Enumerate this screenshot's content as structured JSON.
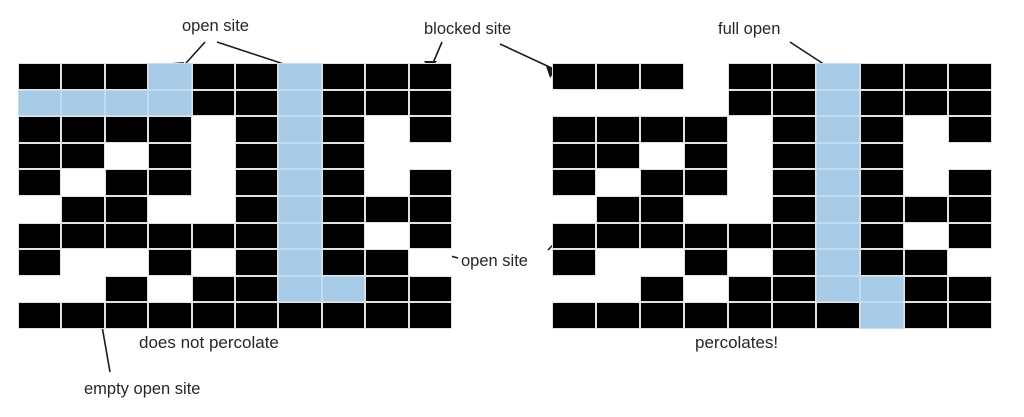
{
  "figure": {
    "title_absent": "",
    "colors": {
      "blocked": "#000000",
      "open": "#ffffff",
      "full_open": "#a8cbe8",
      "gridline": "#d9d9d9",
      "text": "#262626"
    }
  },
  "annotations": {
    "open_site_top": "open site",
    "blocked_site": "blocked site",
    "full_open": "full open",
    "open_site_mid": "open site",
    "empty_open_site": "empty open site"
  },
  "captions": {
    "left": "does not percolate",
    "right": "percolates!"
  },
  "chart_data": {
    "type": "heatmap",
    "title": "Percolation system: does not percolate vs. percolates",
    "legend": [
      {
        "label": "blocked site",
        "color": "#000000",
        "code": 0
      },
      {
        "label": "open site",
        "color": "#ffffff",
        "code": 1
      },
      {
        "label": "full open site",
        "color": "#a8cbe8",
        "code": 2
      }
    ],
    "rows": 10,
    "cols": 10,
    "grids": [
      {
        "name": "left",
        "caption": "does not percolate",
        "percolates": false,
        "cells": [
          [
            0,
            0,
            0,
            2,
            0,
            0,
            2,
            0,
            0,
            0
          ],
          [
            2,
            2,
            2,
            2,
            0,
            0,
            2,
            0,
            0,
            0
          ],
          [
            0,
            0,
            0,
            0,
            1,
            0,
            2,
            0,
            1,
            0
          ],
          [
            0,
            0,
            1,
            0,
            1,
            0,
            2,
            0,
            1,
            1
          ],
          [
            0,
            1,
            0,
            0,
            1,
            0,
            2,
            0,
            1,
            0
          ],
          [
            1,
            0,
            0,
            1,
            1,
            0,
            2,
            0,
            0,
            0
          ],
          [
            0,
            0,
            0,
            0,
            0,
            0,
            2,
            0,
            1,
            0
          ],
          [
            0,
            1,
            1,
            0,
            1,
            0,
            2,
            0,
            0,
            1
          ],
          [
            1,
            1,
            0,
            1,
            0,
            0,
            2,
            2,
            0,
            0
          ],
          [
            0,
            0,
            0,
            0,
            0,
            0,
            0,
            0,
            0,
            0
          ]
        ]
      },
      {
        "name": "right",
        "caption": "percolates!",
        "percolates": true,
        "cells": [
          [
            0,
            0,
            0,
            1,
            0,
            0,
            2,
            0,
            0,
            0
          ],
          [
            1,
            1,
            1,
            1,
            0,
            0,
            2,
            0,
            0,
            0
          ],
          [
            0,
            0,
            0,
            0,
            1,
            0,
            2,
            0,
            1,
            0
          ],
          [
            0,
            0,
            1,
            0,
            1,
            0,
            2,
            0,
            1,
            1
          ],
          [
            0,
            1,
            0,
            0,
            1,
            0,
            2,
            0,
            1,
            0
          ],
          [
            1,
            0,
            0,
            1,
            1,
            0,
            2,
            0,
            0,
            0
          ],
          [
            0,
            0,
            0,
            0,
            0,
            0,
            2,
            0,
            1,
            0
          ],
          [
            0,
            1,
            1,
            0,
            1,
            0,
            2,
            0,
            0,
            1
          ],
          [
            1,
            1,
            0,
            1,
            0,
            0,
            2,
            2,
            0,
            0
          ],
          [
            0,
            0,
            0,
            0,
            0,
            0,
            0,
            2,
            0,
            0
          ]
        ]
      }
    ]
  }
}
